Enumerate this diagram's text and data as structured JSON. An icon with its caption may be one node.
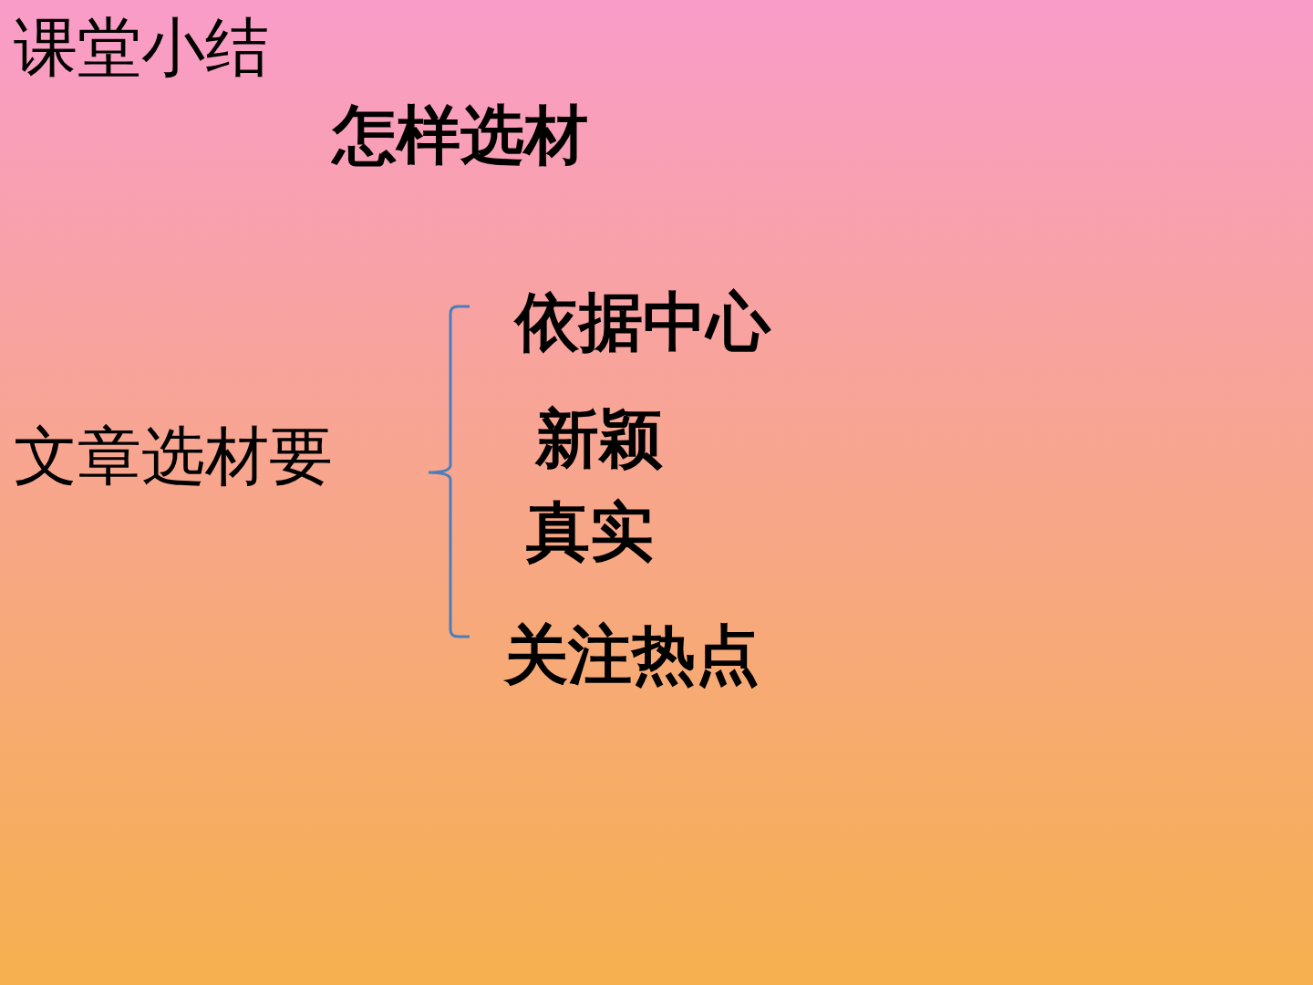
{
  "diagram": {
    "title": "课堂小结",
    "labels": [
      "怎样选材",
      "文章选材要",
      "依据中心",
      "新颖",
      "真实",
      "关注热点"
    ]
  }
}
